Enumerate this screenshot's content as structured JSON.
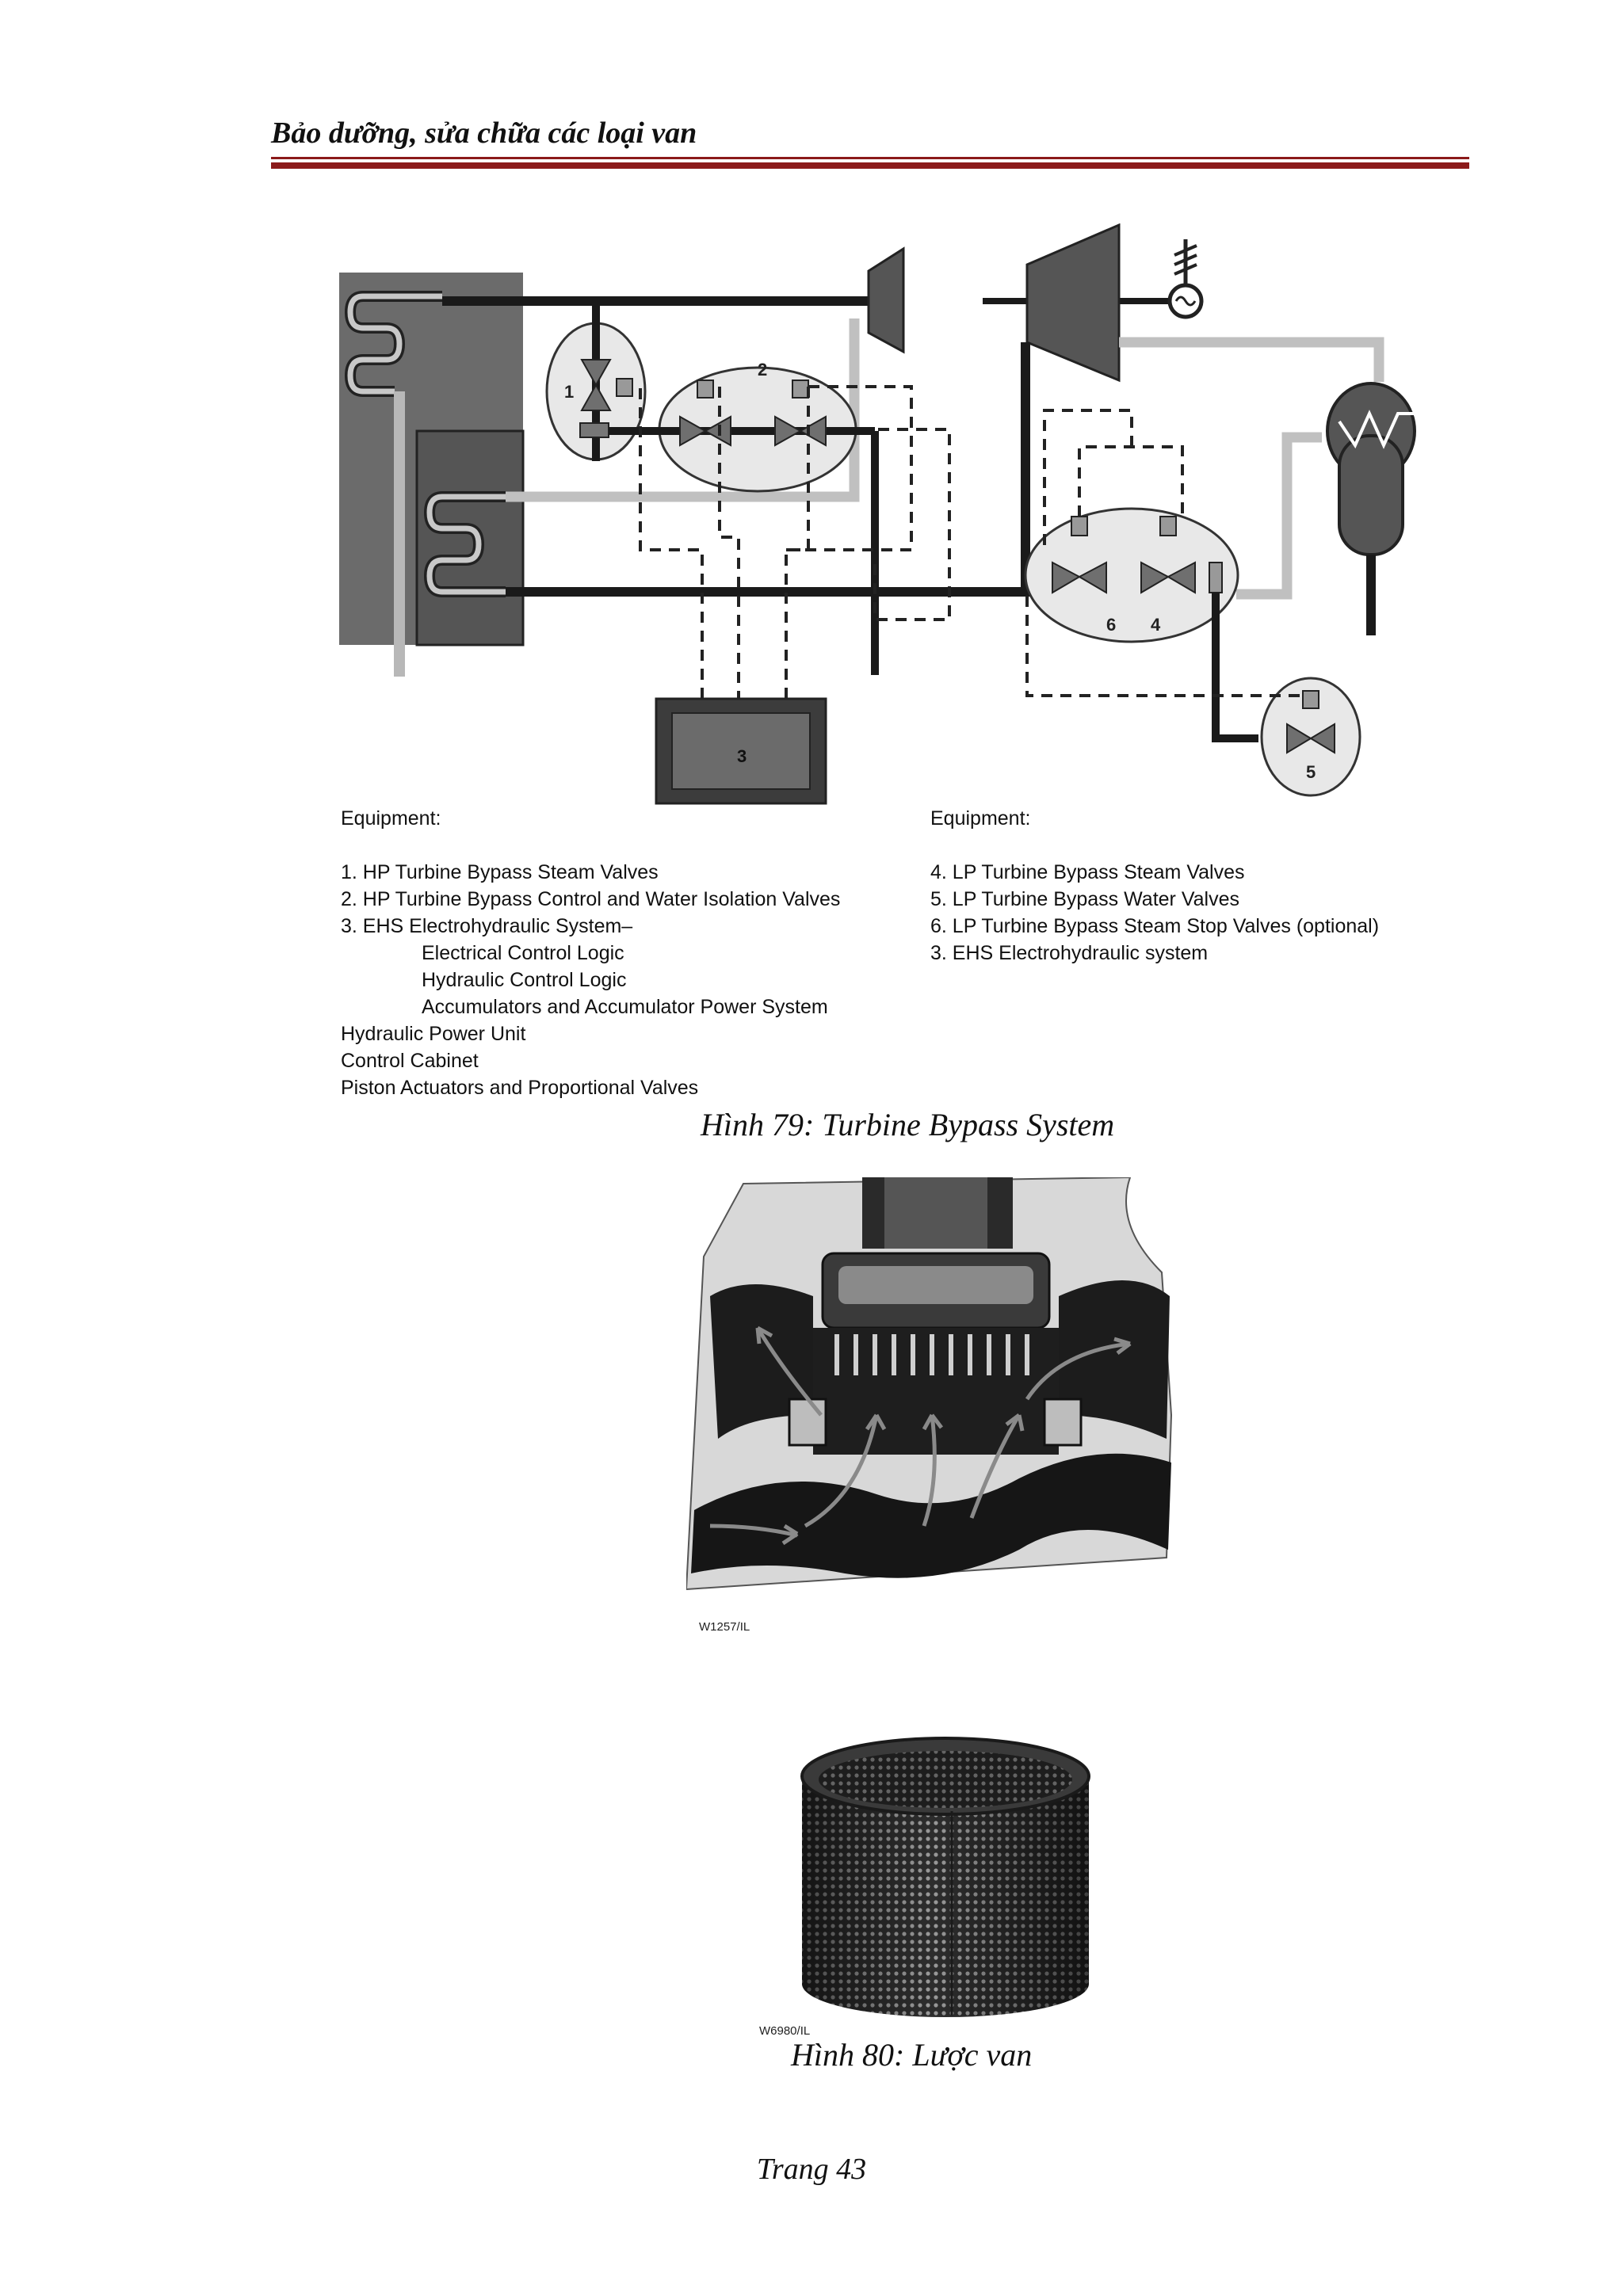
{
  "header": {
    "title": "Bảo dưỡng, sửa chữa các loại van"
  },
  "figure79": {
    "markers": [
      "1",
      "2",
      "3",
      "4",
      "5",
      "6"
    ],
    "left_legend": {
      "heading": "Equipment:",
      "items": [
        "1. HP Turbine Bypass Steam Valves",
        "2. HP Turbine Bypass Control and Water Isolation Valves",
        "3. EHS Electrohydraulic System–"
      ],
      "subitems": [
        "Electrical Control Logic",
        "Hydraulic Control Logic",
        "Accumulators and Accumulator Power System"
      ],
      "tail_items": [
        "Hydraulic Power Unit",
        "Control Cabinet",
        "Piston Actuators and Proportional Valves"
      ]
    },
    "right_legend": {
      "heading": "Equipment:",
      "items": [
        "4. LP Turbine Bypass Steam Valves",
        "5. LP Turbine Bypass Water Valves",
        "6. LP Turbine Bypass Steam Stop Valves (optional)",
        "3. EHS Electrohydraulic system"
      ]
    },
    "caption": "Hình 79: Turbine Bypass System"
  },
  "figure_cutaway": {
    "tag": "W1257/IL"
  },
  "figure80": {
    "tag": "W6980/IL",
    "caption": "Hình 80: Lược van"
  },
  "footer": {
    "page_label": "Trang 43"
  }
}
